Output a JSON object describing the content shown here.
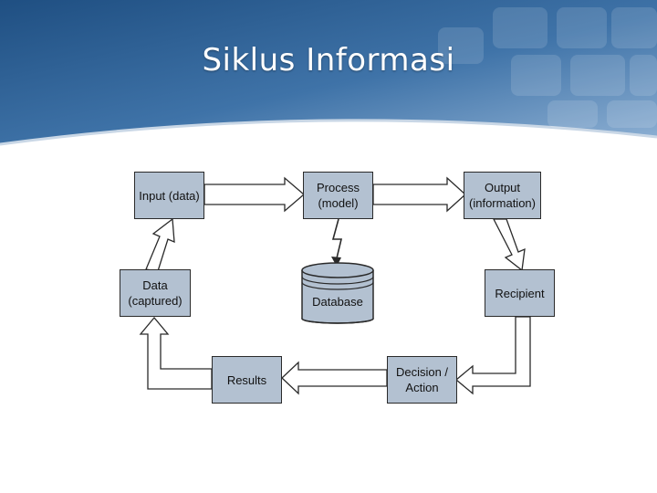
{
  "slide": {
    "title": "Siklus Informasi",
    "header_color_dark": "#2b5a8c",
    "header_color_light": "#6f9cc8"
  },
  "diagram": {
    "box_fill": "#b3c1d1",
    "nodes": {
      "input": "Input (data)",
      "process": "Process\n(model)",
      "output": "Output\n(information)",
      "recipient": "Recipient",
      "decision": "Decision /\nAction",
      "results": "Results",
      "data_captured": "Data\n(captured)",
      "database": "Database"
    },
    "flow": [
      [
        "input",
        "process"
      ],
      [
        "process",
        "output"
      ],
      [
        "process",
        "database"
      ],
      [
        "output",
        "recipient"
      ],
      [
        "recipient",
        "decision"
      ],
      [
        "decision",
        "results"
      ],
      [
        "results",
        "data_captured"
      ],
      [
        "data_captured",
        "input"
      ]
    ]
  }
}
